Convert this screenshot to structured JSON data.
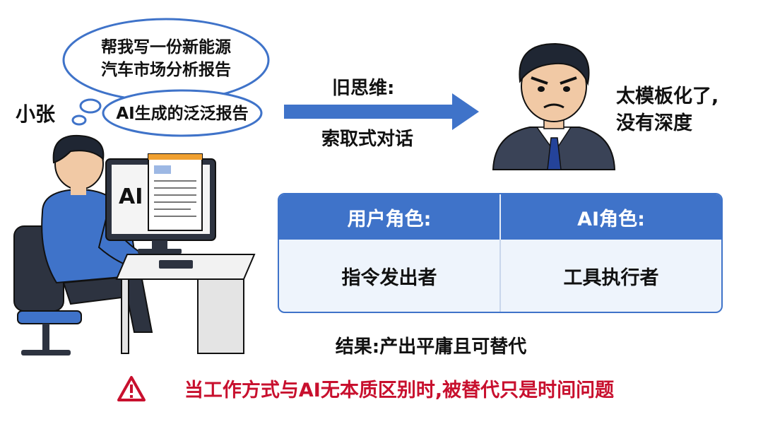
{
  "person": {
    "name": "小张"
  },
  "thought_bubble": {
    "request_line1": "帮我写一份新能源",
    "request_line2": "汽车市场分析报告",
    "result": "AI生成的泛泛报告"
  },
  "screen": {
    "label": "AI"
  },
  "arrow": {
    "title": "旧思维:",
    "mode": "索取式对话"
  },
  "manager": {
    "comment_line1": "太模板化了,",
    "comment_line2": "没有深度"
  },
  "roles": {
    "user_header": "用户角色:",
    "ai_header": "AI角色:",
    "user_role": "指令发出者",
    "ai_role": "工具执行者"
  },
  "result_text": "结果:产出平庸且可替代",
  "warning_text": "当工作方式与AI无本质区别时,被替代只是时间问题",
  "colors": {
    "accent": "#3f73c9",
    "warning": "#c8102e"
  }
}
